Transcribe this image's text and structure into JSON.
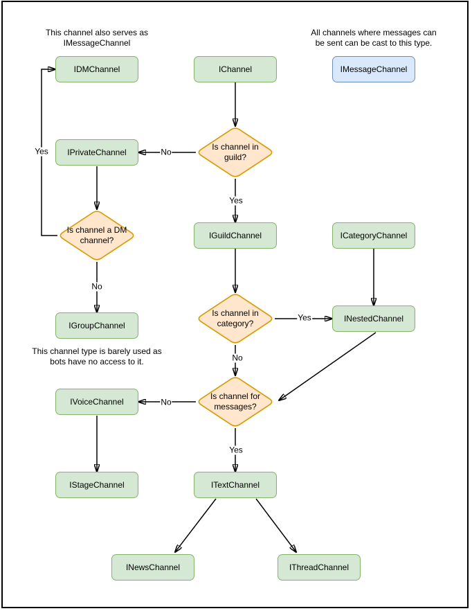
{
  "notes": {
    "dm": {
      "line1": "This channel also serves as",
      "line2": "IMessageChannel"
    },
    "message": {
      "line1": "All channels where messages can",
      "line2": "be sent can be cast to this type."
    },
    "group": {
      "line1": "This channel type is barely used as",
      "line2": "bots have no access to it."
    }
  },
  "nodes": {
    "idm": {
      "label": "IDMChannel"
    },
    "channel": {
      "label": "IChannel"
    },
    "message": {
      "label": "IMessageChannel"
    },
    "private": {
      "label": "IPrivateChannel"
    },
    "guild": {
      "label": "IGuildChannel"
    },
    "category": {
      "label": "ICategoryChannel"
    },
    "group": {
      "label": "IGroupChannel"
    },
    "nested": {
      "label": "INestedChannel"
    },
    "voice": {
      "label": "IVoiceChannel"
    },
    "stage": {
      "label": "IStageChannel"
    },
    "text": {
      "label": "ITextChannel"
    },
    "news": {
      "label": "INewsChannel"
    },
    "thread": {
      "label": "IThreadChannel"
    }
  },
  "decisions": {
    "in_guild": {
      "label": "Is channel in guild?"
    },
    "is_dm": {
      "label": "Is channel a DM channel?"
    },
    "in_category": {
      "label": "Is channel in category?"
    },
    "for_messages": {
      "label": "Is channel for messages?"
    }
  },
  "edge_labels": {
    "dm_yes": "Yes",
    "dm_no": "No",
    "guild_yes": "Yes",
    "guild_no": "No",
    "category_yes": "Yes",
    "category_no": "No",
    "messages_yes": "Yes",
    "messages_no": "No"
  },
  "colors": {
    "node_fill": "#d5e8d4",
    "node_border": "#82b366",
    "decision_fill": "#ffe6cc",
    "decision_border": "#d79b00",
    "cast_fill": "#dae8fc",
    "cast_border": "#6c8ebf",
    "arrow": "#000000",
    "text": "#000000",
    "background": "#ffffff"
  }
}
